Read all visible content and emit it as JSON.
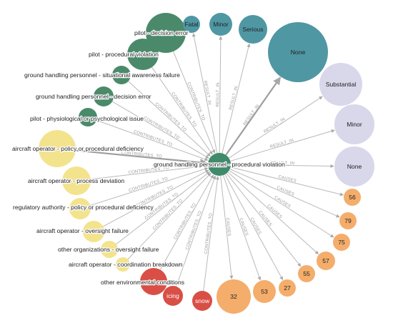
{
  "center": {
    "label": "ground handling personnel - procedural violation",
    "color": "#3f8a6a"
  },
  "edge_labels": {
    "contributes": "CONTRIBUTES_TO",
    "result": "RESULT_IN",
    "causes": "CAUSES"
  },
  "colors": {
    "green": "#4a8a6a",
    "teal": "#4f97a3",
    "lavender": "#d9d7ea",
    "yellow": "#f3e38d",
    "red": "#d94f45",
    "orange": "#f4ad6b"
  },
  "nodes": [
    {
      "id": "pilot-decision-error",
      "label": "pilot - decision error",
      "group": "green"
    },
    {
      "id": "pilot-procedural-violation",
      "label": "pilot - procedural violation",
      "group": "green"
    },
    {
      "id": "gh-situational-awareness",
      "label": "ground handling personnel - situational awareness failure",
      "group": "green"
    },
    {
      "id": "gh-decision-error",
      "label": "ground handling personnel - decision error",
      "group": "green"
    },
    {
      "id": "pilot-physiological",
      "label": "pilot - physiological or psychological issue",
      "group": "green"
    },
    {
      "id": "fatal",
      "label": "Fatal",
      "group": "teal"
    },
    {
      "id": "minor-injury",
      "label": "Minor",
      "group": "teal"
    },
    {
      "id": "serious",
      "label": "Serious",
      "group": "teal"
    },
    {
      "id": "none-injury",
      "label": "None",
      "group": "teal"
    },
    {
      "id": "substantial",
      "label": "Substantial",
      "group": "lavender"
    },
    {
      "id": "minor-damage",
      "label": "Minor",
      "group": "lavender"
    },
    {
      "id": "none-damage",
      "label": "None",
      "group": "lavender"
    },
    {
      "id": "ao-policy",
      "label": "aircraft operator - policy or procedural deficiency",
      "group": "yellow"
    },
    {
      "id": "ao-process",
      "label": "aircraft operator - process deviation",
      "group": "yellow"
    },
    {
      "id": "ra-policy",
      "label": "regulatory authority - policy or procedural deficiency",
      "group": "yellow"
    },
    {
      "id": "ao-oversight",
      "label": "aircraft operator - oversight failure",
      "group": "yellow"
    },
    {
      "id": "oo-oversight",
      "label": "other organizations - oversight failure",
      "group": "yellow"
    },
    {
      "id": "ao-coordination",
      "label": "aircraft operator - coordination breakdown",
      "group": "yellow"
    },
    {
      "id": "other-env",
      "label": "other environmental conditions",
      "group": "red"
    },
    {
      "id": "icing",
      "label": "icing",
      "group": "red"
    },
    {
      "id": "snow",
      "label": "snow",
      "group": "red"
    },
    {
      "id": "n56",
      "label": "56",
      "group": "orange"
    },
    {
      "id": "n79",
      "label": "79",
      "group": "orange"
    },
    {
      "id": "n75",
      "label": "75",
      "group": "orange"
    },
    {
      "id": "n57",
      "label": "57",
      "group": "orange"
    },
    {
      "id": "n55",
      "label": "55",
      "group": "orange"
    },
    {
      "id": "n27",
      "label": "27",
      "group": "orange"
    },
    {
      "id": "n53",
      "label": "53",
      "group": "orange"
    },
    {
      "id": "n32",
      "label": "32",
      "group": "orange"
    }
  ]
}
